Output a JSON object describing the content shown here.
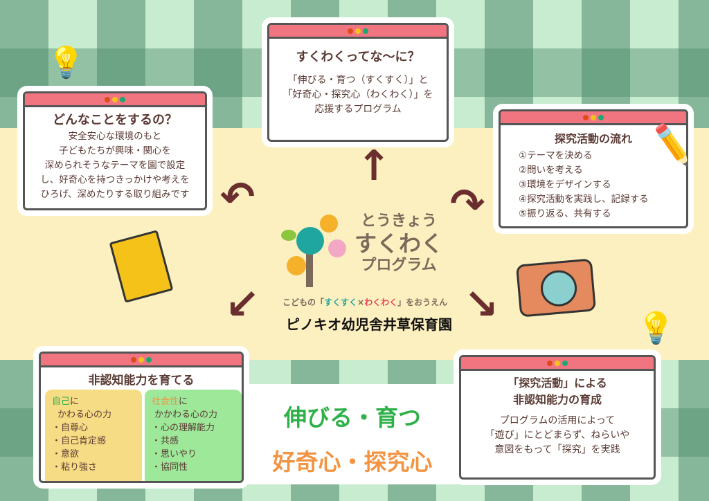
{
  "top_card": {
    "title": "すくわくってな〜に？",
    "lines": [
      "「伸びる・育つ（すくすく）」と",
      "「好奇心・探究心（わくわく）」を",
      "応援するプログラム"
    ]
  },
  "left_card": {
    "title": "どんなことをするの？",
    "lines": [
      "安全安心な環境のもと",
      "子どもたちが興味・関心を",
      "深められそうなテーマを園で設定",
      "し、好奇心を持つきっかけや考えを",
      "ひろげ、深めたりする取り組みです"
    ]
  },
  "right_card": {
    "title": "探究活動の流れ",
    "steps": [
      "①テーマを決める",
      "②問いを考える",
      "③環境をデザインする",
      "④探究活動を実践し、記録する",
      "⑤振り返る、共有する"
    ]
  },
  "logo": {
    "line1": "とうきょう",
    "line2": "すくわく",
    "line3": "プログラム",
    "tagline_pre": "こどもの「",
    "tagline_suku": "すくすく",
    "tagline_x": "×",
    "tagline_waku": "わくわく",
    "tagline_post": "」をおうえん"
  },
  "nursery_name": "ピノキオ幼児舎井草保育園",
  "bottom_left": {
    "title": "非認知能力を育てる",
    "self": {
      "head_colored": "自己",
      "head_rest": "に",
      "sub": "かわる心の力",
      "items": [
        "・自尊心",
        "・自己肯定感",
        "・意欲",
        "・粘り強さ"
      ]
    },
    "social": {
      "head_colored": "社会性",
      "head_rest": "に",
      "sub": "かかわる心の力",
      "items": [
        "・心の理解能力",
        "・共感",
        "・思いやり",
        "・協同性"
      ]
    }
  },
  "slogan": {
    "line1": "伸びる・育つ",
    "line2": "好奇心・探究心"
  },
  "bottom_right": {
    "title1": "「探究活動」による",
    "title2": "非認知能力の育成",
    "lines": [
      "プログラムの活用によって",
      "「遊び」にとどまらず、ねらいや",
      "意図をもって「探究」を実践"
    ]
  },
  "colors": {
    "green": "#2fb14a",
    "orange": "#f29442",
    "title_bar": "#f07580"
  }
}
